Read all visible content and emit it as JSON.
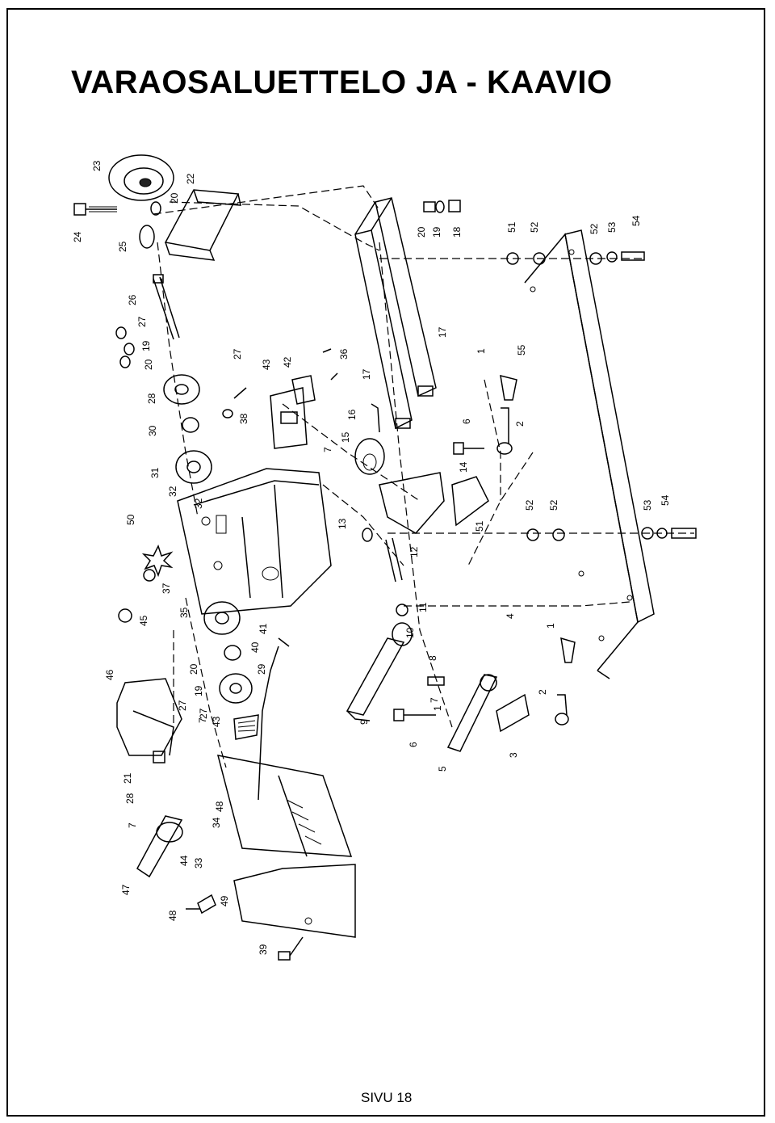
{
  "document": {
    "title": "VARAOSALUETTELO JA - KAAVIO",
    "footer": "SIVU 18"
  },
  "diagram": {
    "part_labels": [
      "1",
      "1",
      "1",
      "2",
      "2",
      "3",
      "4",
      "5",
      "6",
      "6",
      "7",
      "7",
      "7",
      "7",
      "8",
      "9",
      "10",
      "11",
      "12",
      "13",
      "14",
      "15",
      "16",
      "17",
      "17",
      "18",
      "19",
      "19",
      "19",
      "20",
      "20",
      "20",
      "20",
      "21",
      "22",
      "23",
      "24",
      "25",
      "26",
      "27",
      "27",
      "27",
      "27",
      "28",
      "28",
      "29",
      "30",
      "31",
      "32",
      "32",
      "33",
      "34",
      "35",
      "36",
      "37",
      "38",
      "39",
      "40",
      "41",
      "42",
      "43",
      "43",
      "44",
      "45",
      "46",
      "47",
      "48",
      "48",
      "49",
      "50",
      "51",
      "51",
      "52",
      "52",
      "52",
      "52",
      "53",
      "53",
      "54",
      "54",
      "55"
    ]
  }
}
